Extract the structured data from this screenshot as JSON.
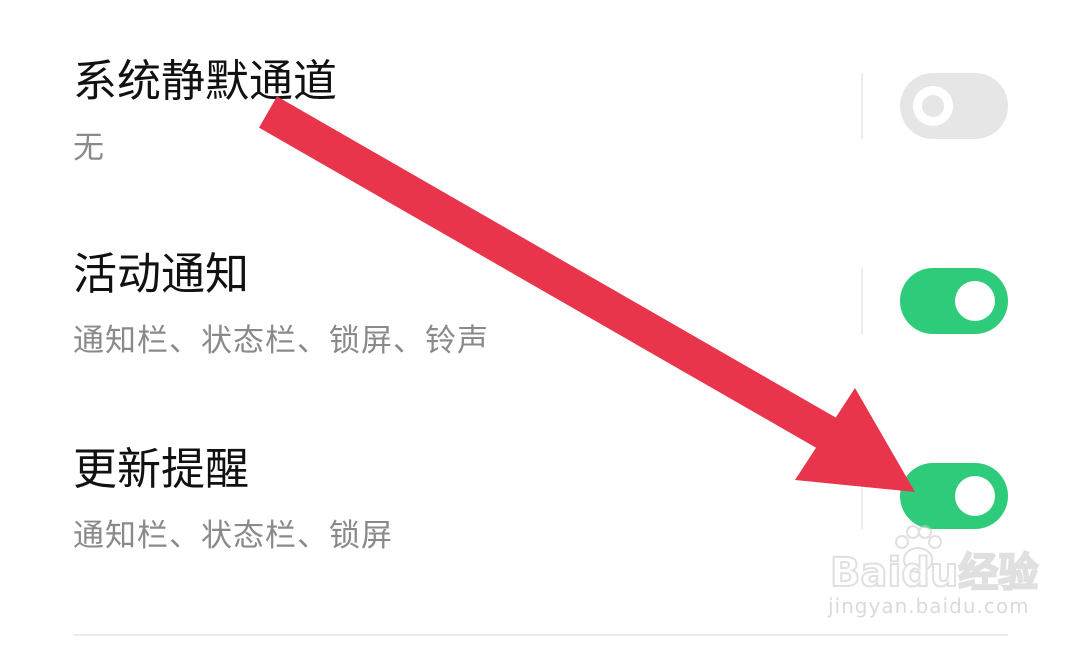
{
  "settings": [
    {
      "title": "系统静默通道",
      "subtitle": "无",
      "toggle_state": "off"
    },
    {
      "title": "活动通知",
      "subtitle": "通知栏、状态栏、锁屏、铃声",
      "toggle_state": "on"
    },
    {
      "title": "更新提醒",
      "subtitle": "通知栏、状态栏、锁屏",
      "toggle_state": "on"
    }
  ],
  "colors": {
    "toggle_on": "#2ecc7a",
    "toggle_off": "#e6e6e6",
    "arrow": "#e8354b"
  },
  "watermark": {
    "logo": "Baidu经验",
    "url": "jingyan.baidu.com"
  }
}
